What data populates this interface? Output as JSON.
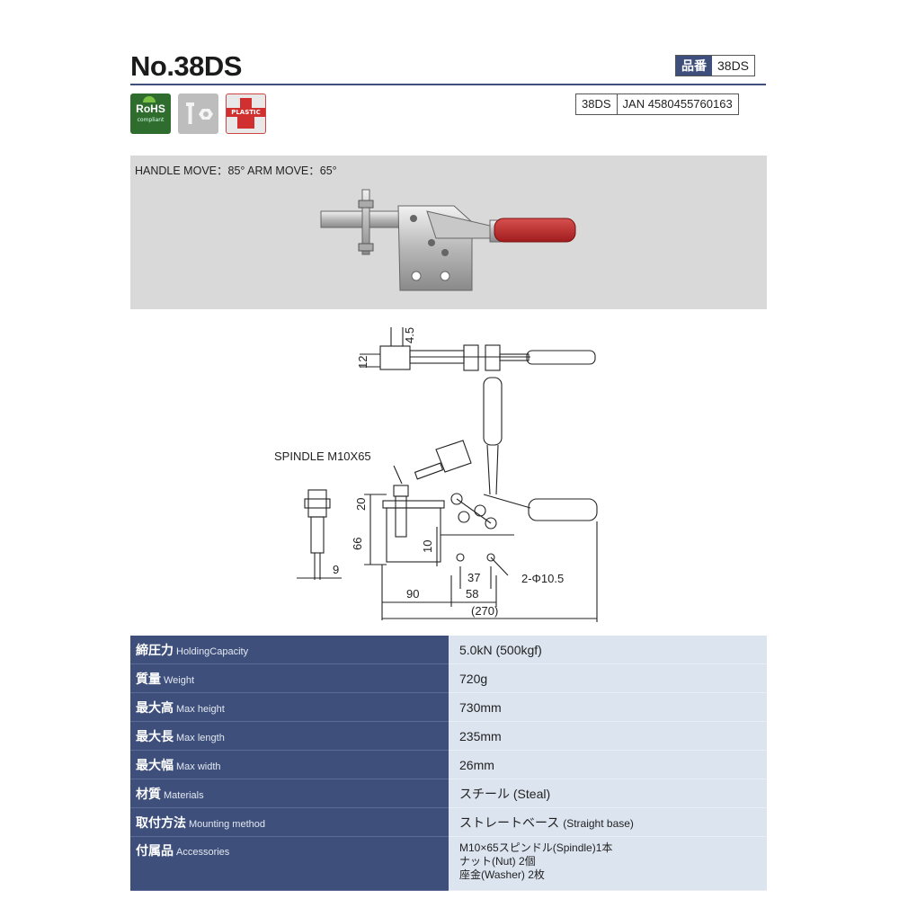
{
  "header": {
    "title": "No.38DS",
    "code_label": "品番",
    "code_value": "38DS",
    "model": "38DS",
    "jan": "JAN 4580455760163"
  },
  "badges": [
    {
      "name": "rohs-badge",
      "text": "RoHS",
      "sub": "compliant",
      "color": "#2e6d2e"
    },
    {
      "name": "bolt-nut-icon"
    },
    {
      "name": "plastic-badge",
      "text": "PLASTIC",
      "color": "#d03030"
    }
  ],
  "photo": {
    "caption": "HANDLE MOVE：85°  ARM MOVE：65°"
  },
  "drawing": {
    "dim_4_5": "4.5",
    "dim_12": "12",
    "spindle": "SPINDLE M10X65",
    "dim_20": "20",
    "dim_66": "66",
    "dim_9": "9",
    "dim_10": "10",
    "dim_37": "37",
    "dim_holes": "2-Φ10.5",
    "dim_90": "90",
    "dim_58": "58",
    "dim_270": "(270)"
  },
  "specs": [
    {
      "jp": "締圧力",
      "en": "HoldingCapacity",
      "value": "5.0kN (500kgf)"
    },
    {
      "jp": "質量",
      "en": "Weight",
      "value": "720g"
    },
    {
      "jp": "最大高",
      "en": "Max height",
      "value": "730mm"
    },
    {
      "jp": "最大長",
      "en": "Max length",
      "value": "235mm"
    },
    {
      "jp": "最大幅",
      "en": "Max width",
      "value": "26mm"
    },
    {
      "jp": "材質",
      "en": "Materials",
      "value": "スチール (Steal)"
    },
    {
      "jp": "取付方法",
      "en": "Mounting method",
      "value": "ストレートベース",
      "value_en": "(Straight base)"
    },
    {
      "jp": "付属品",
      "en": "Accessories",
      "lines": [
        "M10×65スピンドル(Spindle)1本",
        "ナット(Nut) 2個",
        "座金(Washer) 2枚"
      ]
    }
  ]
}
